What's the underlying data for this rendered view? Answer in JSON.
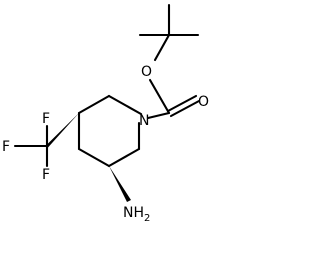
{
  "molecule": {
    "atom_labels": {
      "carbonyl_oxygen": "O",
      "ester_oxygen": "O",
      "ring_nitrogen": "N",
      "amine": "NH",
      "amine_subscript": "2",
      "fluorine_top": "F",
      "fluorine_left": "F",
      "fluorine_bottom": "F"
    },
    "colors": {
      "bond": "#000000",
      "text": "#000000",
      "background": "#ffffff"
    }
  }
}
